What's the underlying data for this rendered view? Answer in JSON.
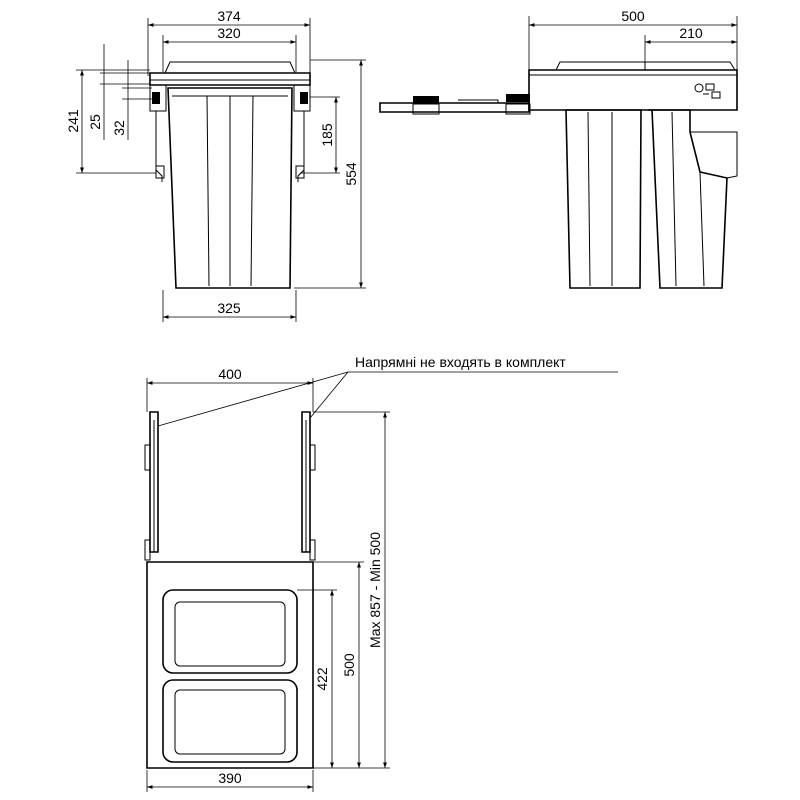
{
  "front_view": {
    "overall_width": "374",
    "inner_width": "320",
    "bottom_width": "325",
    "total_height": "554",
    "height_241": "241",
    "height_25": "25",
    "height_32": "32",
    "height_185": "185"
  },
  "side_view": {
    "overall_depth": "500",
    "depth_210": "210"
  },
  "top_view": {
    "width_400": "400",
    "width_390": "390",
    "length_422": "422",
    "length_500": "500",
    "extension_range": "Max 857 - Min 500",
    "note": "Напрямні не входять в комплект"
  }
}
